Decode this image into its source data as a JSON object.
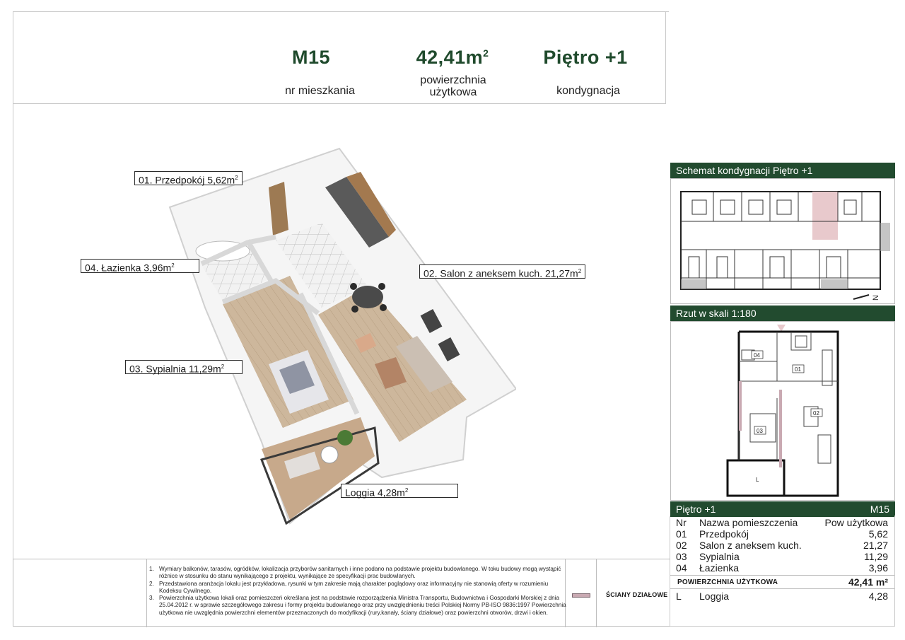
{
  "header": {
    "unit_number": "M15",
    "unit_number_label": "nr mieszkania",
    "area_value": "42,41m",
    "area_sup": "2",
    "area_label_line1": "powierzchnia",
    "area_label_line2": "użytkowa",
    "floor_value": "Piętro +1",
    "floor_label": "kondygnacja"
  },
  "room_labels": {
    "przedpokoj": {
      "text": "01. Przedpokój 5,62m",
      "sup": "2"
    },
    "lazienka": {
      "text": "04. Łazienka 3,96m",
      "sup": "2"
    },
    "salon": {
      "text": "02. Salon z aneksem kuch. 21,27m",
      "sup": "2"
    },
    "sypialnia": {
      "text": "03. Sypialnia 11,29m",
      "sup": "2"
    },
    "loggia": {
      "text": "Loggia 4,28m",
      "sup": "2"
    }
  },
  "panel": {
    "schema_title": "Schemat kondygnacji Piętro +1",
    "compass_letter": "N",
    "scale_title": "Rzut w skali 1:180",
    "plan_tags": [
      "04",
      "01",
      "02",
      "03",
      "L"
    ],
    "table_floor": "Piętro +1",
    "table_unit": "M15"
  },
  "room_table": {
    "headers": {
      "nr": "Nr",
      "name": "Nazwa pomieszczenia",
      "area": "Pow użytkowa"
    },
    "rows": [
      {
        "nr": "01",
        "name": "Przedpokój",
        "area": "5,62"
      },
      {
        "nr": "02",
        "name": "Salon z aneksem kuch.",
        "area": "21,27"
      },
      {
        "nr": "03",
        "name": "Sypialnia",
        "area": "11,29"
      },
      {
        "nr": "04",
        "name": "Łazienka",
        "area": "3,96"
      }
    ],
    "total_label": "POWIERZCHNIA UŻYTKOWA",
    "total_value": "42,41 m²",
    "extra": {
      "nr": "L",
      "name": "Loggia",
      "area": "4,28"
    }
  },
  "notes": [
    {
      "num": "1.",
      "text": "Wymiary balkonów, tarasów, ogródków, lokalizacja przyborów sanitarnych i inne podano na podstawie projektu budowlanego. W toku budowy mogą wystąpić różnice w stosunku do stanu wynikającego z projektu, wynikające ze specyfikacji prac budowlanych."
    },
    {
      "num": "2.",
      "text": "Przedstawiona aranżacja lokalu jest przykładowa, rysunki w tym zakresie mają charakter poglądowy oraz informacyjny nie stanowią oferty w rozumieniu Kodeksu Cywilnego."
    },
    {
      "num": "3.",
      "text": "Powierzchnia użytkowa lokali oraz pomieszczeń określana jest na podstawie rozporządzenia Ministra Transportu, Budownictwa i Gospodarki Morskiej z dnia 25.04.2012 r. w sprawie szczegółowego zakresu i formy projektu budowlanego oraz przy uwzględnieniu treści Polskiej Normy PB-ISO 9836:1997 Powierzchnia użytkowa nie uwzględnia powierzchni elementów przeznaczonych do modyfikacji (rury,kanały, ściany działowe) oraz powierzchni otworów, drzwi i okien."
    }
  ],
  "legend": {
    "label": "ŚCIANY DZIAŁOWE",
    "swatch_color": "#c9a9b2"
  },
  "colors": {
    "brand_green": "#224b2f",
    "heading_green": "#1f4a2c"
  }
}
